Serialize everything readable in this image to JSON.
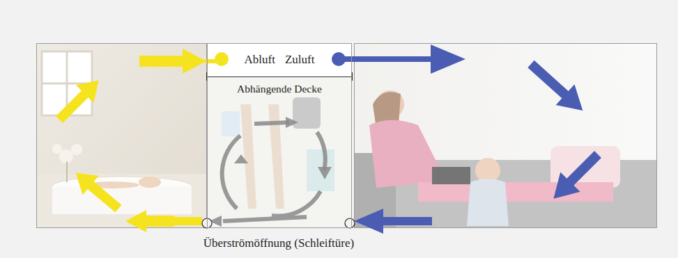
{
  "diagram": {
    "nodes": [
      {
        "text": [
          "Abhängende Decke"
        ]
      },
      {
        "text": [
          "Abluft",
          "Zuluft"
        ],
        "in": 0
      }
    ],
    "labels": [
      "Überströmöffnung (Schleiftüre)"
    ]
  }
}
